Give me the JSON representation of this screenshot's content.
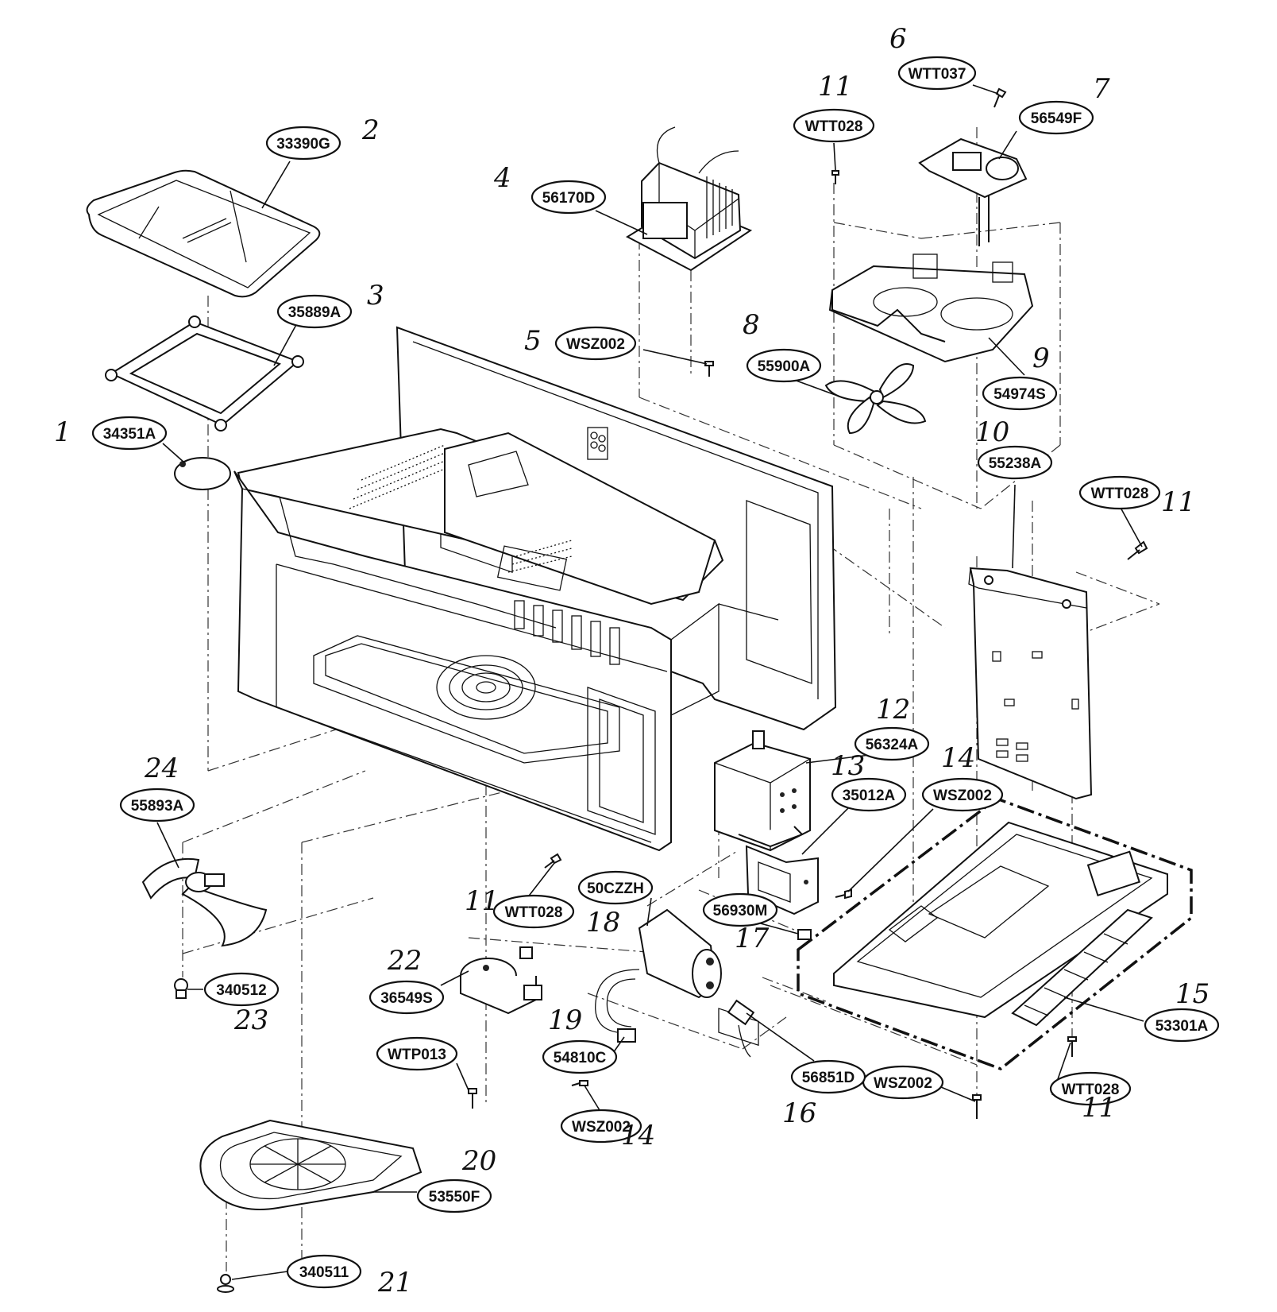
{
  "parts": [
    {
      "id": "p1",
      "num": "1",
      "code": "34351A"
    },
    {
      "id": "p2",
      "num": "2",
      "code": "33390G"
    },
    {
      "id": "p3",
      "num": "3",
      "code": "35889A"
    },
    {
      "id": "p4",
      "num": "4",
      "code": "56170D"
    },
    {
      "id": "p5",
      "num": "5",
      "code": "WSZ002"
    },
    {
      "id": "p6",
      "num": "6",
      "code": "WTT037"
    },
    {
      "id": "p7",
      "num": "7",
      "code": "56549F"
    },
    {
      "id": "p8",
      "num": "8",
      "code": "55900A"
    },
    {
      "id": "p9",
      "num": "9",
      "code": "54974S"
    },
    {
      "id": "p10",
      "num": "10",
      "code": "55238A"
    },
    {
      "id": "p11a",
      "num": "11",
      "code": "WTT028"
    },
    {
      "id": "p11b",
      "num": "11",
      "code": "WTT028"
    },
    {
      "id": "p11c",
      "num": "11",
      "code": "WTT028"
    },
    {
      "id": "p11d",
      "num": "11",
      "code": "WTT028"
    },
    {
      "id": "p12",
      "num": "12",
      "code": "56324A"
    },
    {
      "id": "p13",
      "num": "13",
      "code": "35012A"
    },
    {
      "id": "p14a",
      "num": "14",
      "code": "WSZ002"
    },
    {
      "id": "p14b",
      "num": "14",
      "code": "WSZ002"
    },
    {
      "id": "p14c",
      "num": "",
      "code": "WSZ002"
    },
    {
      "id": "p15",
      "num": "15",
      "code": "53301A"
    },
    {
      "id": "p16",
      "num": "16",
      "code": "56851D"
    },
    {
      "id": "p17",
      "num": "17",
      "code": "56930M"
    },
    {
      "id": "p18",
      "num": "18",
      "code": "50CZZH"
    },
    {
      "id": "p19",
      "num": "19",
      "code": "54810C"
    },
    {
      "id": "p20",
      "num": "20",
      "code": "53550F"
    },
    {
      "id": "p21",
      "num": "21",
      "code": "340511"
    },
    {
      "id": "p22",
      "num": "22",
      "code": "36549S"
    },
    {
      "id": "p22b",
      "num": "",
      "code": "WTP013"
    },
    {
      "id": "p23",
      "num": "23",
      "code": "340512"
    },
    {
      "id": "p24",
      "num": "24",
      "code": "55893A"
    }
  ]
}
